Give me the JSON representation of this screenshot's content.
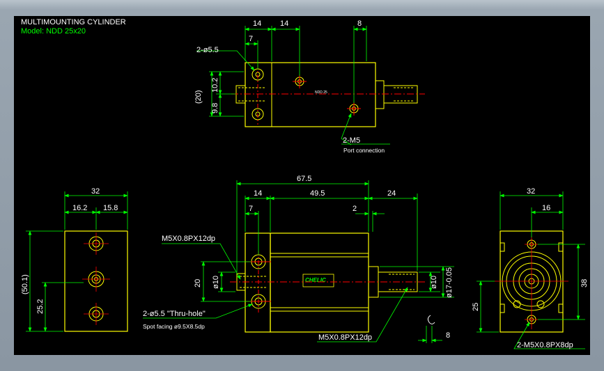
{
  "title": "MULTIMOUNTING CYLINDER",
  "model": "Model: NDD 25x20",
  "top_view": {
    "dims": [
      "14",
      "14",
      "8",
      "7"
    ],
    "hole_callout": "2-ø5.5",
    "vert_dims": [
      "(20)",
      "10.2",
      "9.8"
    ],
    "port_callout": "2-M5",
    "port_note": "Port connection",
    "body_tag": "NDD 25"
  },
  "side_view": {
    "dims_top": [
      "32",
      "16.2",
      "15.8"
    ],
    "vert_dims": [
      "(50.1)",
      "25.2"
    ]
  },
  "front_view": {
    "dims_top": [
      "67.5",
      "14",
      "49.5",
      "24",
      "7",
      "2"
    ],
    "vert_dims": [
      "20",
      "ø10",
      "ø10",
      "ø17-0.05"
    ],
    "thread_callout_left": "M5X0.8PX12dp",
    "hole_callout": "2-ø5.5 \"Thru-hole\"",
    "spot_facing": "Spot facing  ø9.5X8.5dp",
    "thread_callout_right": "M5X0.8PX12dp",
    "rod_dim": "8",
    "brand": "CHELIC"
  },
  "end_view": {
    "dims_top": [
      "32",
      "16"
    ],
    "vert_dims": [
      "38",
      "25"
    ],
    "thread_callout": "2-M5X0.8PX8dp"
  },
  "colors": {
    "background": "#000000",
    "outline": "#ffff00",
    "dimension": "#00ff00",
    "centerline": "#ff0000",
    "text": "#ffffff"
  }
}
